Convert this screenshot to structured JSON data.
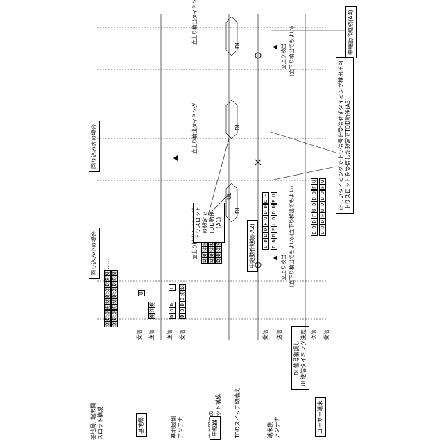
{
  "left_labels": {
    "slot_config": "基地局, 端末間\nスロット構成",
    "base_station": "基地局",
    "bs_antenna": "基地局側\nアンテナ",
    "estimated_slots": "中継器での\n推定スロット構成",
    "tdd_switch": "TDDスイッチ切換え",
    "ue_antenna": "端末側\nアンテナ",
    "dl_decode": "DL信号復調し\nUL送信タイミング決定",
    "user_terminal": "ユーザー端末",
    "repeater": "中継器"
  },
  "row_labels": {
    "rx": "受信",
    "tx": "送信"
  },
  "sections": {
    "small": "回り込み小の場合",
    "large": "回り込み大の場合"
  },
  "annotations": {
    "rise_timing": "立上り検出タイミング",
    "rise_detect": "立上り検出",
    "fall_ok": "(立下り検出でもよい)",
    "dl_slot_assume": "下りスロット\nの想定で\nTDD動作\n(A1)",
    "relay_continue_a2": "中継動作継続(A2)",
    "relay_continue_a4": "中継動作継続(A4)",
    "cannot_detect": "正しいタイミングで上り信号を受信せずタイミング検出不可\n上りスロットを受信した想定でTDD動作(A3)",
    "dl": "DL",
    "ul": "UL"
  },
  "slot_sequences": {
    "dddfu": "DDDFUDDDFU",
    "ddd": "DDD",
    "u": "U",
    "udddf": "UDDDFUDDDF",
    "dddfuddd": "DDDFUDDDFU"
  },
  "colors": {
    "ink": "#000000",
    "hatch": "#999999",
    "background": "#ffffff"
  }
}
